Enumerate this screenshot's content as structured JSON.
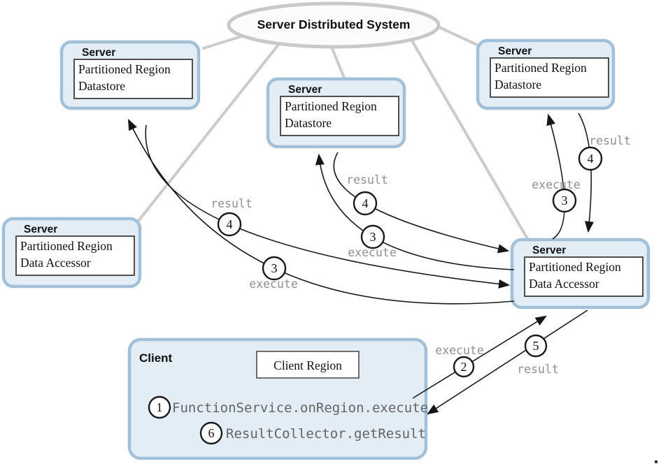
{
  "title": "Server Distributed System",
  "servers": [
    {
      "title": "Server",
      "line1": "Partitioned Region",
      "line2": "Datastore"
    },
    {
      "title": "Server",
      "line1": "Partitioned Region",
      "line2": "Datastore"
    },
    {
      "title": "Server",
      "line1": "Partitioned Region",
      "line2": "Datastore"
    },
    {
      "title": "Server",
      "line1": "Partitioned Region",
      "line2": "Data Accessor"
    },
    {
      "title": "Server",
      "line1": "Partitioned Region",
      "line2": "Data Accessor"
    }
  ],
  "client": {
    "title": "Client",
    "region_label": "Client Region",
    "steps": [
      {
        "num": "1",
        "code": "FunctionService.onRegion.execute"
      },
      {
        "num": "6",
        "code": "ResultCollector.getResult"
      }
    ]
  },
  "flows": {
    "accessor_to_topleft": {
      "execute_label": "execute",
      "execute_num": "3",
      "result_label": "result",
      "result_num": "4"
    },
    "accessor_to_center": {
      "execute_label": "execute",
      "execute_num": "3",
      "result_label": "result",
      "result_num": "4"
    },
    "accessor_to_topright": {
      "execute_label": "execute",
      "execute_num": "3",
      "result_label": "result",
      "result_num": "4"
    },
    "client_to_accessor": {
      "execute_label": "execute",
      "execute_num": "2",
      "result_label": "result",
      "result_num": "5"
    }
  },
  "colors": {
    "server_box_fill": "#e3edf6",
    "server_box_border": "#a2c1d9",
    "inner_box_border": "#4f4f4f",
    "system_connector_gray": "#cbcbcb",
    "arrow_black": "#1a1a1a",
    "flow_label_gray": "#8f8f8f",
    "client_code_gray": "#636363"
  }
}
